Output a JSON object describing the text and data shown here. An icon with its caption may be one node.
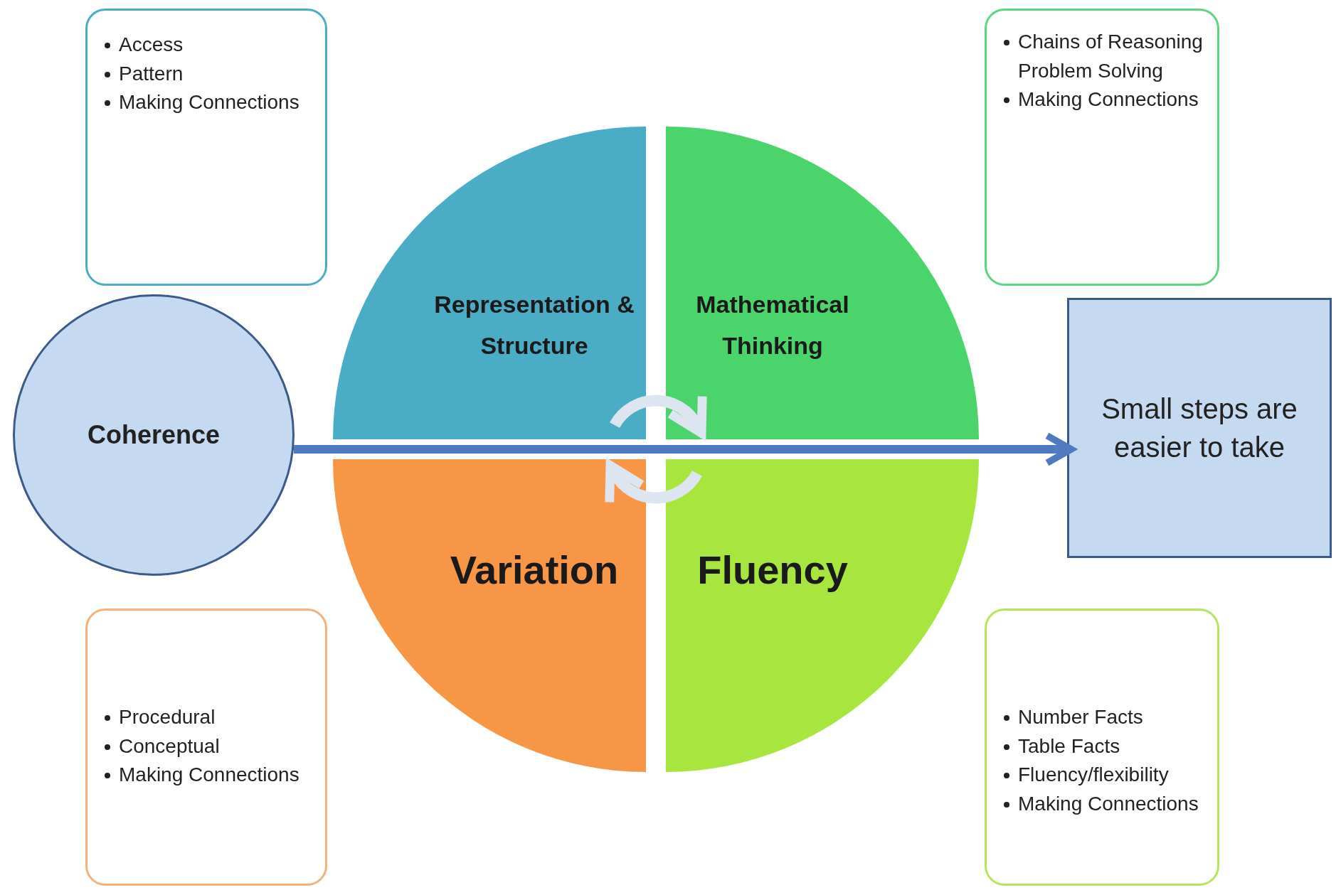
{
  "diagram": {
    "nodes": [
      {
        "text": [
          "Access",
          "Pattern",
          "Making Connections"
        ]
      },
      {
        "text": [
          "Chains of Reasoning Problem Solving",
          "Making Connections"
        ]
      },
      {
        "text": [
          "Coherence"
        ]
      },
      {
        "text": [
          "Representation & Structure"
        ]
      },
      {
        "text": [
          "Mathematical Thinking"
        ]
      },
      {
        "text": [
          "Small steps are easier to take"
        ]
      },
      {
        "text": [
          "Variation"
        ]
      },
      {
        "text": [
          "Fluency"
        ]
      },
      {
        "text": [
          "Procedural",
          "Conceptual",
          "Making Connections"
        ]
      },
      {
        "text": [
          "Number Facts",
          "Table Facts",
          "Fluency/flexibility",
          "Making Connections"
        ]
      }
    ],
    "edges": [
      {
        "from": 2,
        "to": 5,
        "arrow": "to",
        "color": "#4f7ac0"
      },
      {
        "from": 3,
        "to": 4,
        "arrow": "to",
        "color": "#dde6f0"
      },
      {
        "from": 7,
        "to": 6,
        "arrow": "to",
        "color": "#dde6f0"
      }
    ]
  }
}
